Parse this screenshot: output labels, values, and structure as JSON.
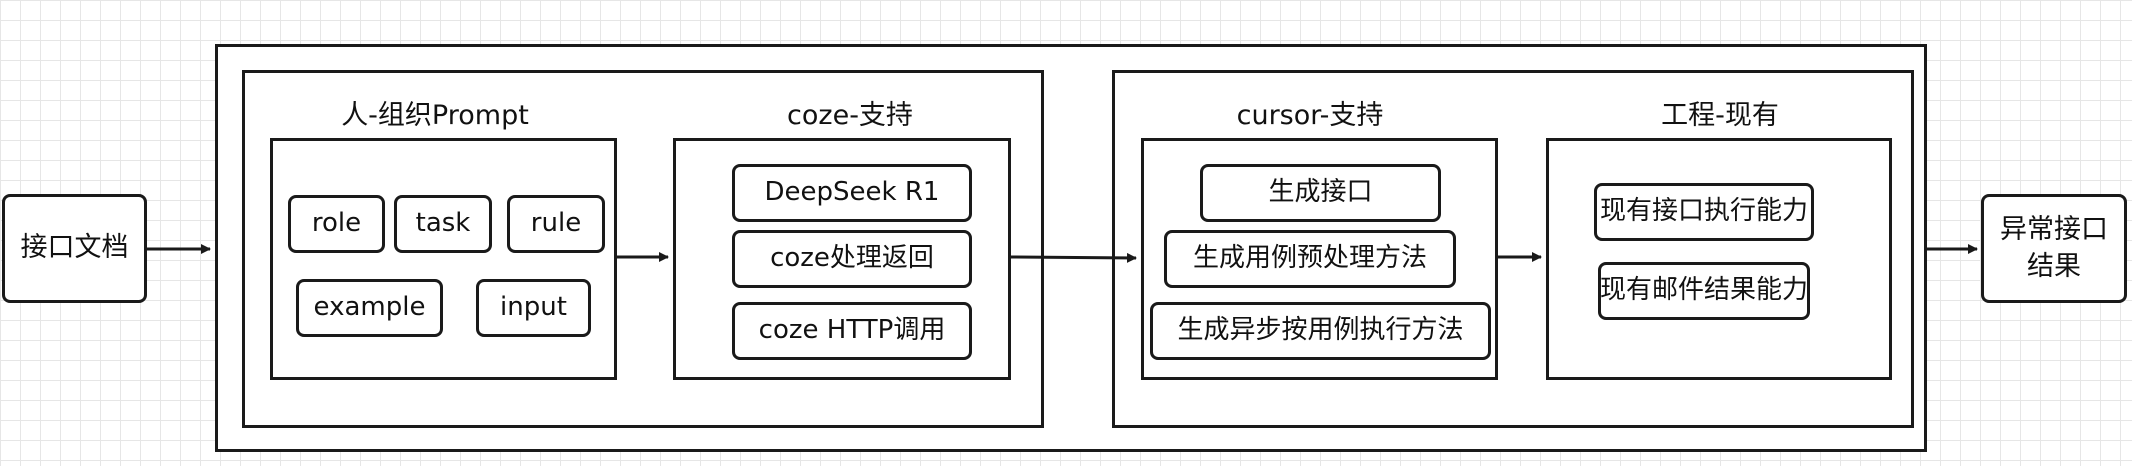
{
  "input_doc": "接口文档",
  "output_result": "异常接口\n结果",
  "groups": [
    {
      "title": "人-组织Prompt",
      "items": [
        "role",
        "task",
        "rule",
        "example",
        "input"
      ]
    },
    {
      "title": "coze-支持",
      "items": [
        "DeepSeek R1",
        "coze处理返回",
        "coze HTTP调用"
      ]
    },
    {
      "title": "cursor-支持",
      "items": [
        "生成接口",
        "生成用例预处理方法",
        "生成异步按用例执行方法"
      ]
    },
    {
      "title": "工程-现有",
      "items": [
        "现有接口执行能力",
        "现有邮件结果能力"
      ]
    }
  ]
}
